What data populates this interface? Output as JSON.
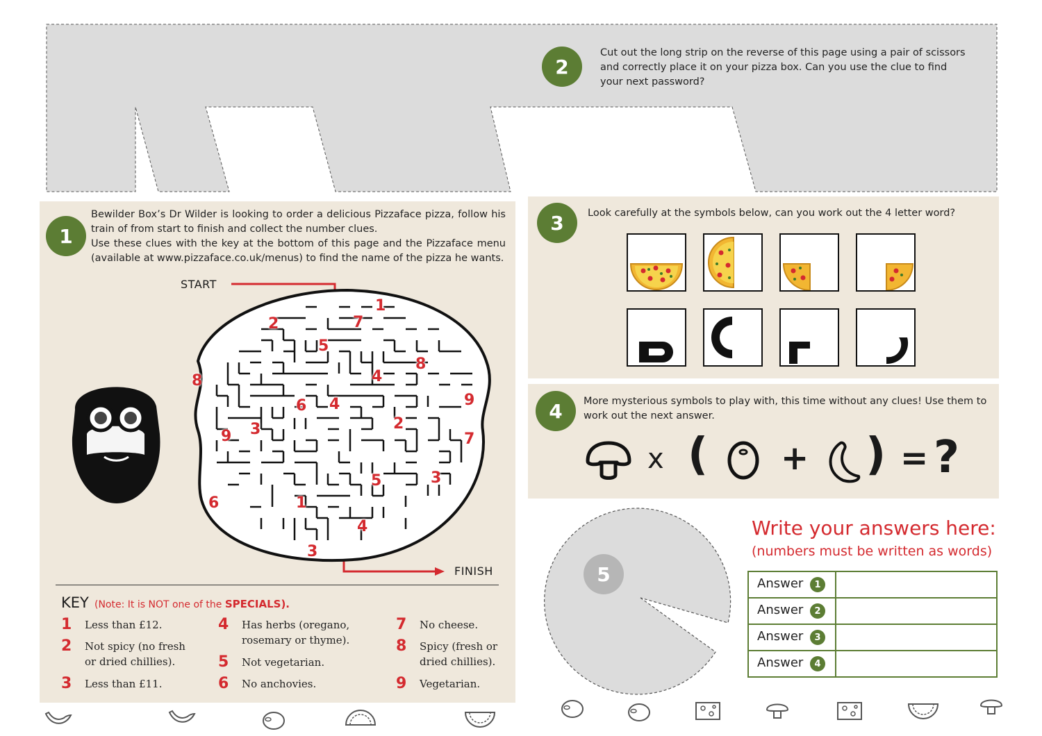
{
  "puzzle2": {
    "badge": "2",
    "instructions": "Cut out the long strip on the reverse of this page using a pair of scissors and correctly place it on your pizza box.  Can you use the clue to find your next password?"
  },
  "puzzle1": {
    "badge": "1",
    "intro_line1": "Bewilder Box’s Dr Wilder is looking to order a delicious Pizzaface pizza, follow his train of from start to finish and collect the number clues.",
    "intro_line2": "Use these clues with the key at the bottom of this page and the Pizzaface menu (available at www.pizzaface.co.uk/menus) to find the name of the pizza he wants.",
    "start_label": "START",
    "finish_label": "FINISH",
    "maze_numbers": [
      "1",
      "2",
      "7",
      "5",
      "8",
      "4",
      "8",
      "6",
      "4",
      "9",
      "9",
      "3",
      "2",
      "7",
      "5",
      "3",
      "6",
      "1",
      "4",
      "3"
    ]
  },
  "key": {
    "title": "KEY",
    "note_prefix": "(Note: It is NOT one of the ",
    "note_emph": "SPECIALS).",
    "items": [
      {
        "num": "1",
        "text": "Less than £12."
      },
      {
        "num": "2",
        "text": "Not spicy (no fresh or dried chillies)."
      },
      {
        "num": "3",
        "text": "Less than £11."
      },
      {
        "num": "4",
        "text": "Has herbs (oregano, rosemary or thyme)."
      },
      {
        "num": "5",
        "text": "Not vegetarian."
      },
      {
        "num": "6",
        "text": "No anchovies."
      },
      {
        "num": "7",
        "text": "No cheese."
      },
      {
        "num": "8",
        "text": "Spicy (fresh or dried chillies)."
      },
      {
        "num": "9",
        "text": "Vegetarian."
      }
    ]
  },
  "puzzle3": {
    "badge": "3",
    "instructions": "Look carefully at the symbols below, can you work out the 4 letter word?"
  },
  "puzzle4": {
    "badge": "4",
    "instructions": "More mysterious symbols to play with, this time without any clues! Use them to work out the next answer.",
    "times": "x",
    "open_paren": "(",
    "plus": "+",
    "close_paren": ")",
    "equals": "=",
    "question": "?"
  },
  "puzzle5": {
    "badge": "5"
  },
  "answers": {
    "title": "Write your answers here:",
    "subtitle": "(numbers must be written as words)",
    "rows": [
      {
        "label": "Answer",
        "num": "1"
      },
      {
        "label": "Answer",
        "num": "2"
      },
      {
        "label": "Answer",
        "num": "3"
      },
      {
        "label": "Answer",
        "num": "4"
      }
    ]
  },
  "colors": {
    "accent_green": "#5c7d34",
    "accent_red": "#d42a2f",
    "panel_beige": "#efe8dc",
    "cutout_grey": "#dcdcdc"
  }
}
